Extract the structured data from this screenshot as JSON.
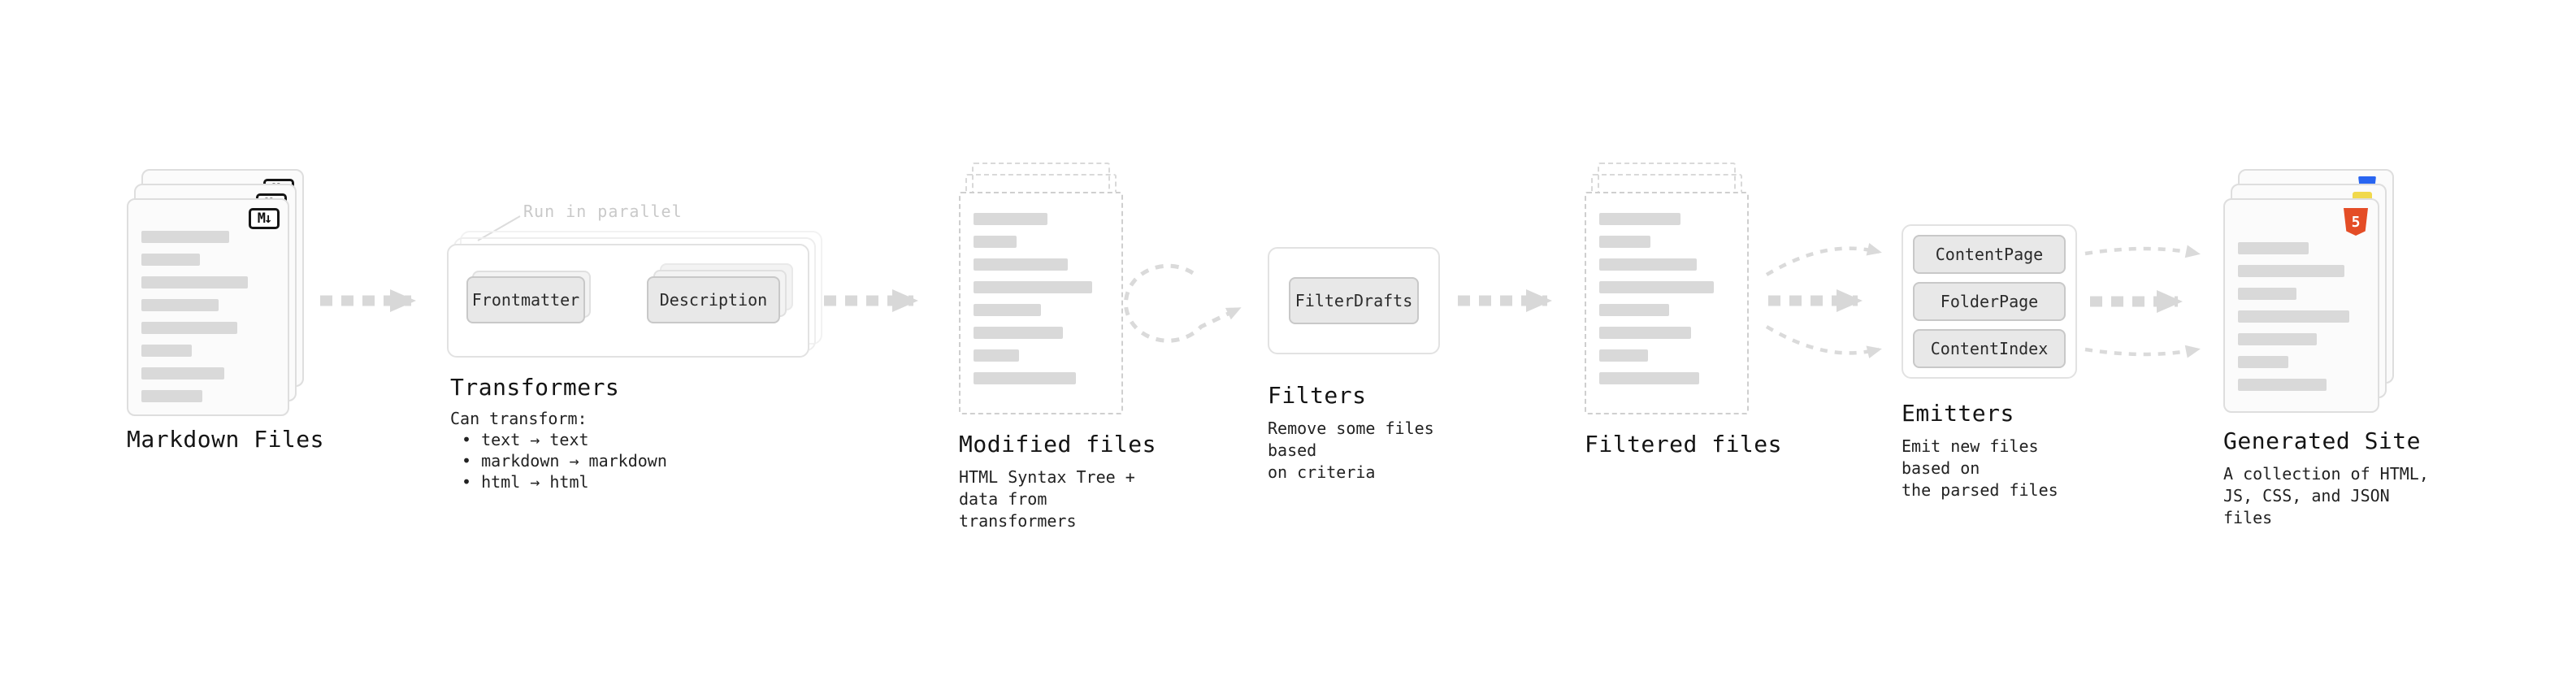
{
  "pipeline": {
    "markdown_files": {
      "label": "Markdown Files",
      "icon": "M↓"
    },
    "transformers": {
      "label": "Transformers",
      "annotation": "Run in parallel",
      "boxes": [
        "Frontmatter",
        "Description"
      ],
      "caption_title": "Can transform:",
      "items": [
        "• text → text",
        "• markdown → markdown",
        "• html → html"
      ]
    },
    "modified_files": {
      "label": "Modified files",
      "caption": "HTML Syntax Tree +\ndata from transformers"
    },
    "filters": {
      "label": "Filters",
      "box": "FilterDrafts",
      "caption": "Remove some files based\non criteria"
    },
    "filtered_files": {
      "label": "Filtered files"
    },
    "emitters": {
      "label": "Emitters",
      "boxes": [
        "ContentPage",
        "FolderPage",
        "ContentIndex"
      ],
      "caption": "Emit new files based on\nthe parsed files"
    },
    "generated_site": {
      "label": "Generated Site",
      "icon": "5",
      "caption": "A collection of HTML,\nJS, CSS, and JSON files"
    }
  },
  "colors": {
    "arrow": "#d8d8d8",
    "arrow_light": "#dadada",
    "bar": "#d9d9d9",
    "card_bg": "#fbfbfb",
    "card_border": "#dedede",
    "pill_bg": "#e8e8e8",
    "pill_border": "#c8c8c8",
    "text": "#141414",
    "caption": "#222222",
    "annotation": "#c9c9c9",
    "accent_html": "#e44d26",
    "accent_js": "#f1d94c",
    "accent_css": "#2965f1"
  }
}
